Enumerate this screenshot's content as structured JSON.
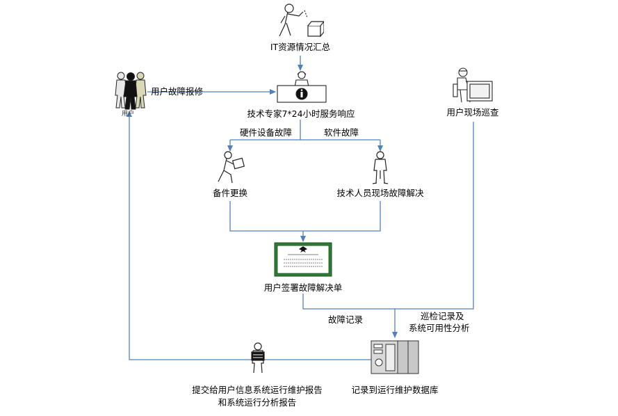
{
  "nodes": {
    "it_summary": "IT资源情况汇总",
    "user_report": "用户故障报修",
    "users_small": "用户",
    "expert": "技术专家7*24小时服务响应",
    "onsite_check": "用户现场巡查",
    "hw_fault": "硬件设备故障",
    "sw_fault": "软件故障",
    "spare_replace": "备件更换",
    "tech_onsite": "技术人员现场故障解决",
    "sign_form": "用户签署故障解决单",
    "fault_record": "故障记录",
    "inspection_line1": "巡检记录及",
    "inspection_line2": "系统可用性分析",
    "report_line1": "提交给用户信息系统运行维护报告",
    "report_line2": "和系统运行分析报告",
    "database": "记录到运行维护数据库"
  },
  "colors": {
    "connector": "#4f81bd",
    "certificate_frame": "#2e7d32"
  }
}
